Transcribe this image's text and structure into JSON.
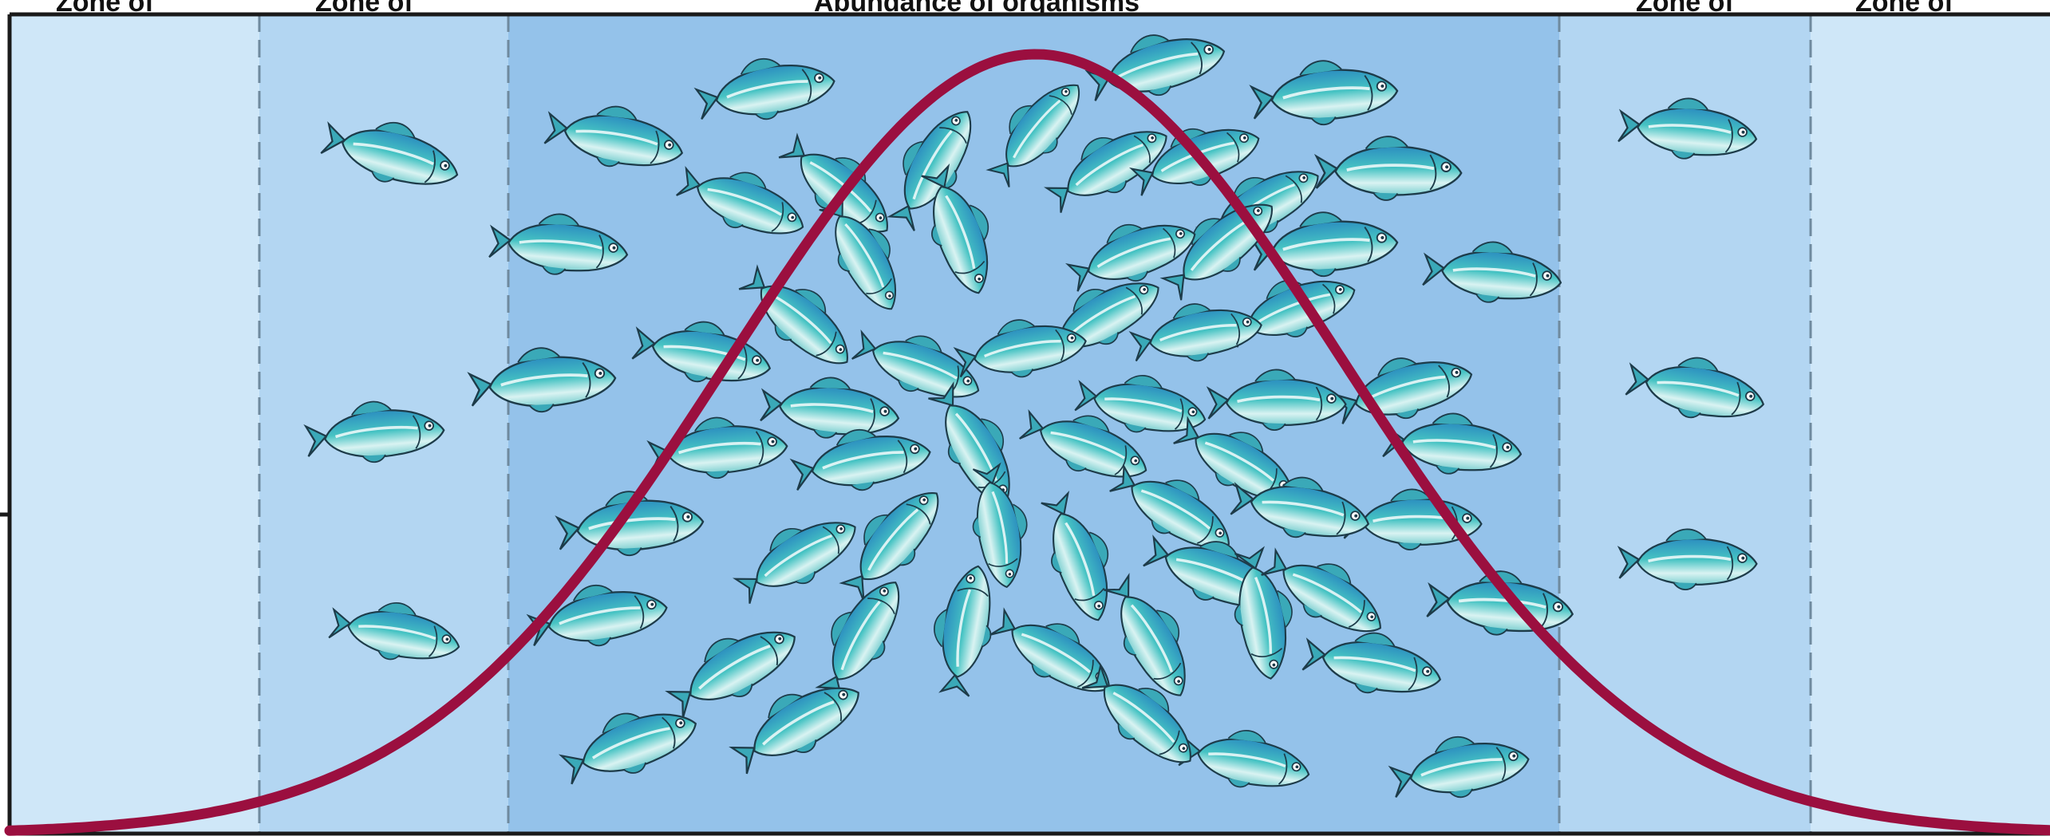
{
  "top_labels": {
    "center": "Abundance of organisms",
    "left_outer": "Zone of",
    "left_inner": "Zone of",
    "right_inner": "Zone of",
    "right_outer": "Zone of"
  },
  "zones": [
    {
      "name": "zone-low-left",
      "fill": "#cfe7f8"
    },
    {
      "name": "zone-stress-left",
      "fill": "#b3d6f2"
    },
    {
      "name": "zone-optimal",
      "fill": "#94c2ea"
    },
    {
      "name": "zone-stress-right",
      "fill": "#b3d6f2"
    },
    {
      "name": "zone-low-right",
      "fill": "#cfe7f8"
    }
  ],
  "colors": {
    "curve": "#9b0f3f",
    "divider": "#6f8a9e",
    "border": "#1a1a1a",
    "fish_body": "#3fbfbf",
    "fish_belly": "#cfeff0",
    "fish_stripe": "#2d7fb8",
    "fish_outline": "#1d3b49"
  }
}
